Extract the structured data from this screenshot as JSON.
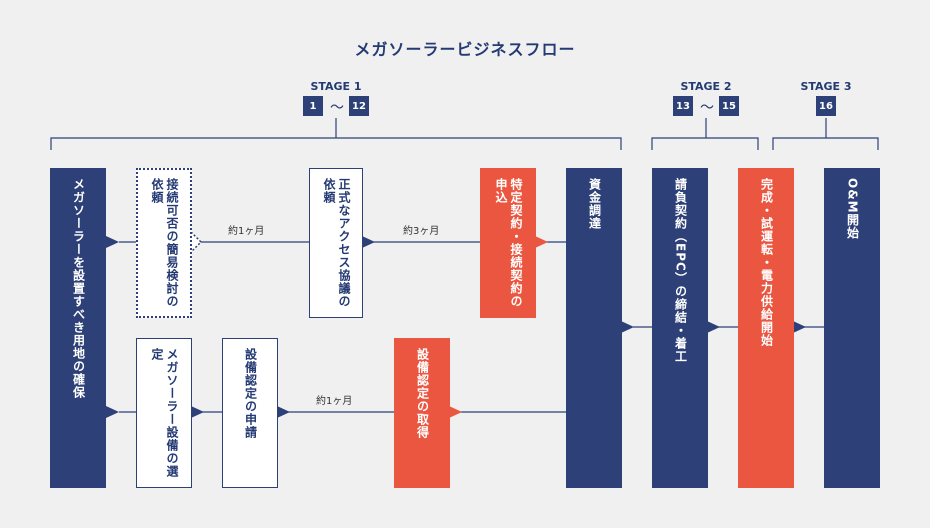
{
  "title": "メガソーラービジネスフロー",
  "stages": [
    {
      "label": "STAGE 1",
      "from": "1",
      "sep": "〜",
      "to": "12"
    },
    {
      "label": "STAGE 2",
      "from": "13",
      "sep": "〜",
      "to": "15"
    },
    {
      "label": "STAGE 3",
      "only": "16"
    }
  ],
  "boxes": {
    "land": "メガソーラーを設置すべき用地の確保",
    "grid_request": "接続可否の簡易検討の依頼",
    "access_request": "正式なアクセス協議の依頼",
    "contract": "特定契約・接続契約の申込",
    "panel_select": "メガソーラー設備の選定",
    "cert_apply": "設備認定の申請",
    "cert_get": "設備認定の取得",
    "funding": "資金調達",
    "epc": "請負契約（EPC）の締結・着工",
    "complete": "完成・試運転・電力供給開始",
    "om": "O&M開始"
  },
  "durations": {
    "d1": "約1ヶ月",
    "d2": "約3ヶ月",
    "d3": "約1ヶ月"
  },
  "colors": {
    "navy": "#2d4178",
    "red": "#ea5640",
    "background": "#f0f0f0"
  }
}
